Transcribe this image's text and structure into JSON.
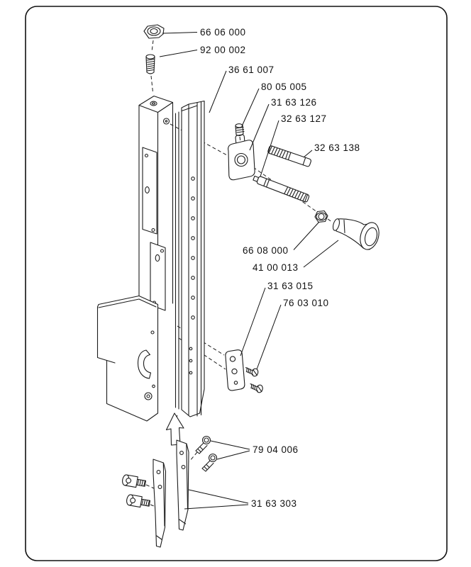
{
  "figure": {
    "type": "exploded-parts-drawing",
    "background": "#ffffff",
    "line_color": "#1c1c1c",
    "label_color": "#111111"
  },
  "parts": [
    {
      "number": "66 06 000",
      "name": "hex-nut-top"
    },
    {
      "number": "92 00 002",
      "name": "threaded-stud"
    },
    {
      "number": "36 61 007",
      "name": "column-rail"
    },
    {
      "number": "80 05 005",
      "name": "set-screw"
    },
    {
      "number": "31 63 126",
      "name": "clamp-block"
    },
    {
      "number": "32 63 127",
      "name": "pin-lower"
    },
    {
      "number": "32 63 138",
      "name": "pin-upper"
    },
    {
      "number": "66 08 000",
      "name": "hex-nut"
    },
    {
      "number": "41 00 013",
      "name": "knob"
    },
    {
      "number": "31 63 015",
      "name": "guide-block"
    },
    {
      "number": "76 03 010",
      "name": "flat-screws"
    },
    {
      "number": "79 04 006",
      "name": "socket-screws"
    },
    {
      "number": "31 63 303",
      "name": "blades"
    }
  ]
}
